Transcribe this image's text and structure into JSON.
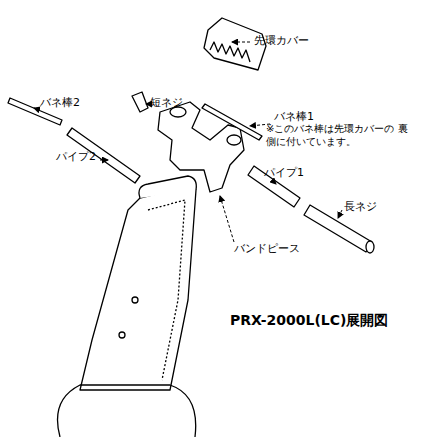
{
  "diagram": {
    "title": "PRX-2000L(LC)展開図",
    "labels": [
      "先環カバー",
      "短ネジ",
      "バネ棒1",
      "※このバネ棒は先環カバーの 裏側に付いています。",
      "バネ棒2",
      "パイプ2",
      "パイプ1",
      "長ネジ",
      "バンドピース"
    ]
  }
}
